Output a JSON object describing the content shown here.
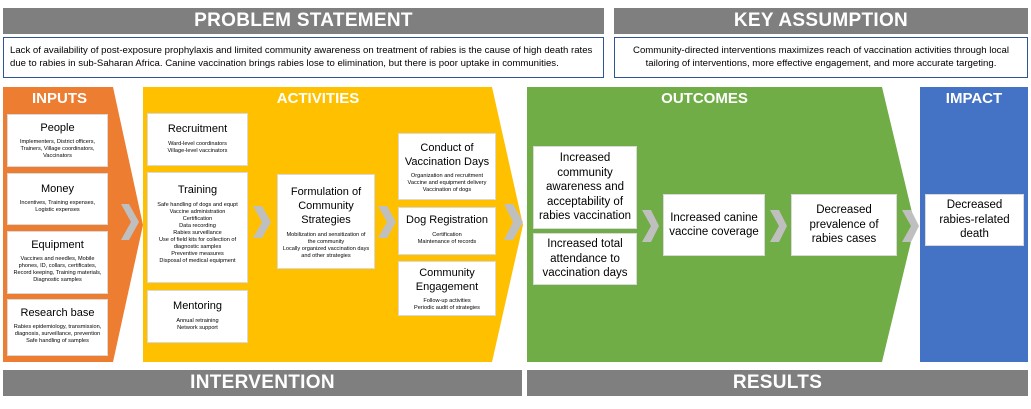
{
  "problem": {
    "title": "PROBLEM STATEMENT",
    "text": "Lack of availability of post-exposure prophylaxis and limited community awareness on treatment of rabies is the cause of high death rates due to rabies in sub-Saharan Africa. Canine vaccination brings rabies lose to elimination, but there is poor uptake in communities."
  },
  "assumption": {
    "title": "KEY ASSUMPTION",
    "text": "Community-directed interventions  maximizes reach of vaccination activities through local tailoring  of interventions, more effective engagement, and more accurate targeting."
  },
  "inputs": {
    "header": "INPUTS",
    "items": [
      {
        "title": "People",
        "desc": [
          "Implementers, District officers,",
          "Trainers, Village coordinators,",
          "Vaccinators"
        ]
      },
      {
        "title": "Money",
        "desc": [
          "Incentives, Training expenses,",
          "Logistic expenses"
        ]
      },
      {
        "title": "Equipment",
        "desc": [
          "Vaccines and needles, Mobile",
          "phones, ID, collars, certificates,",
          "Record keeping, Training materials,",
          "Diagnostic samples"
        ]
      },
      {
        "title": "Research base",
        "desc": [
          "Rabies epidemiology, transmission,",
          "diagnosis, surveillance, prevention",
          "Safe handling of samples"
        ]
      }
    ]
  },
  "activities": {
    "header": "ACTIVITIES",
    "recruitment": {
      "title": "Recruitment",
      "desc": [
        "Ward-level coordinators",
        "Village-level vaccinators"
      ]
    },
    "training": {
      "title": "Training",
      "desc": [
        "Safe handling of dogs and equpt",
        "Vaccine administration",
        "Certification",
        "Data recording",
        "Rabies surveillance",
        "Use of field kits for collection of",
        "diagnostic samples",
        "Preventive measures",
        "Disposal of medical equipment"
      ]
    },
    "mentoring": {
      "title": "Mentoring",
      "desc": [
        "Annual retraining",
        "Network support"
      ]
    },
    "formulation": {
      "title": "Formulation of Community Strategies",
      "desc": [
        "Mobilization and sensitization of",
        "the community",
        "Locally organized vaccination days",
        "and other strategies"
      ]
    },
    "conduct": {
      "title": "Conduct of Vaccination Days",
      "desc": [
        "Organization and recruitment",
        "Vaccine and equipment delivery",
        "Vaccination of dogs"
      ]
    },
    "registration": {
      "title": "Dog Registration",
      "desc": [
        "Certification",
        "Maintenance of records"
      ]
    },
    "engagement": {
      "title": "Community Engagement",
      "desc": [
        "Follow-up activities",
        "Periodic audit of strategies"
      ]
    }
  },
  "outcomes": {
    "header": "OUTCOMES",
    "awareness": "Increased community awareness and acceptability of rabies vaccination",
    "attendance": "Increased total attendance to vaccination days",
    "coverage": "Increased canine vaccine coverage",
    "prevalence": "Decreased prevalence of rabies cases"
  },
  "impact": {
    "header": "IMPACT",
    "death": "Decreased rabies-related death"
  },
  "footer": {
    "intervention": "INTERVENTION",
    "results": "RESULTS"
  },
  "colors": {
    "bar": "#7f7f7f",
    "inputs": "#ed7d31",
    "activities": "#ffc000",
    "outcomes": "#70ad47",
    "impact": "#4472c4",
    "arrow": "#bfbfbf",
    "border": "#2f5597"
  }
}
